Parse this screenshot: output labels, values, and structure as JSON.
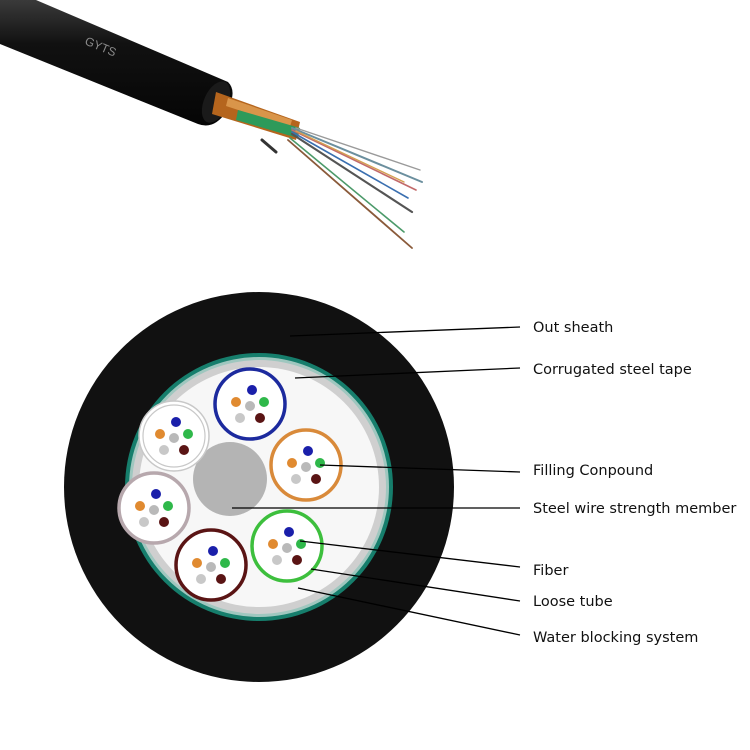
{
  "cable": {
    "print_text": "GYTS"
  },
  "colors": {
    "sheath": "#111111",
    "water_blocking": "#167e6c",
    "steel_tape": "#c9c9c9",
    "filling": "#f7f7f7",
    "strength_member": "#b4b4b4",
    "leader_line": "#000000"
  },
  "tubes": [
    {
      "name": "white",
      "color": "#c8c8c8"
    },
    {
      "name": "blue",
      "color": "#1c2a9e"
    },
    {
      "name": "orange",
      "color": "#d98a3a"
    },
    {
      "name": "green",
      "color": "#3dbf3d"
    },
    {
      "name": "brown",
      "color": "#5a1414"
    },
    {
      "name": "slate",
      "color": "#b7a8ad"
    }
  ],
  "fiber_colors": [
    "#1a1faa",
    "#e08a30",
    "#2fb84a",
    "#b9b9b9",
    "#c8c8c8",
    "#5a1414"
  ],
  "labels": {
    "out_sheath": "Out sheath",
    "corrugated_steel_tape": "Corrugated steel tape",
    "filling_compound": "Filling Conpound",
    "steel_wire_strength_member": "Steel wire strength member",
    "fiber": "Fiber",
    "loose_tube": "Loose tube",
    "water_blocking_system": "Water blocking system"
  }
}
